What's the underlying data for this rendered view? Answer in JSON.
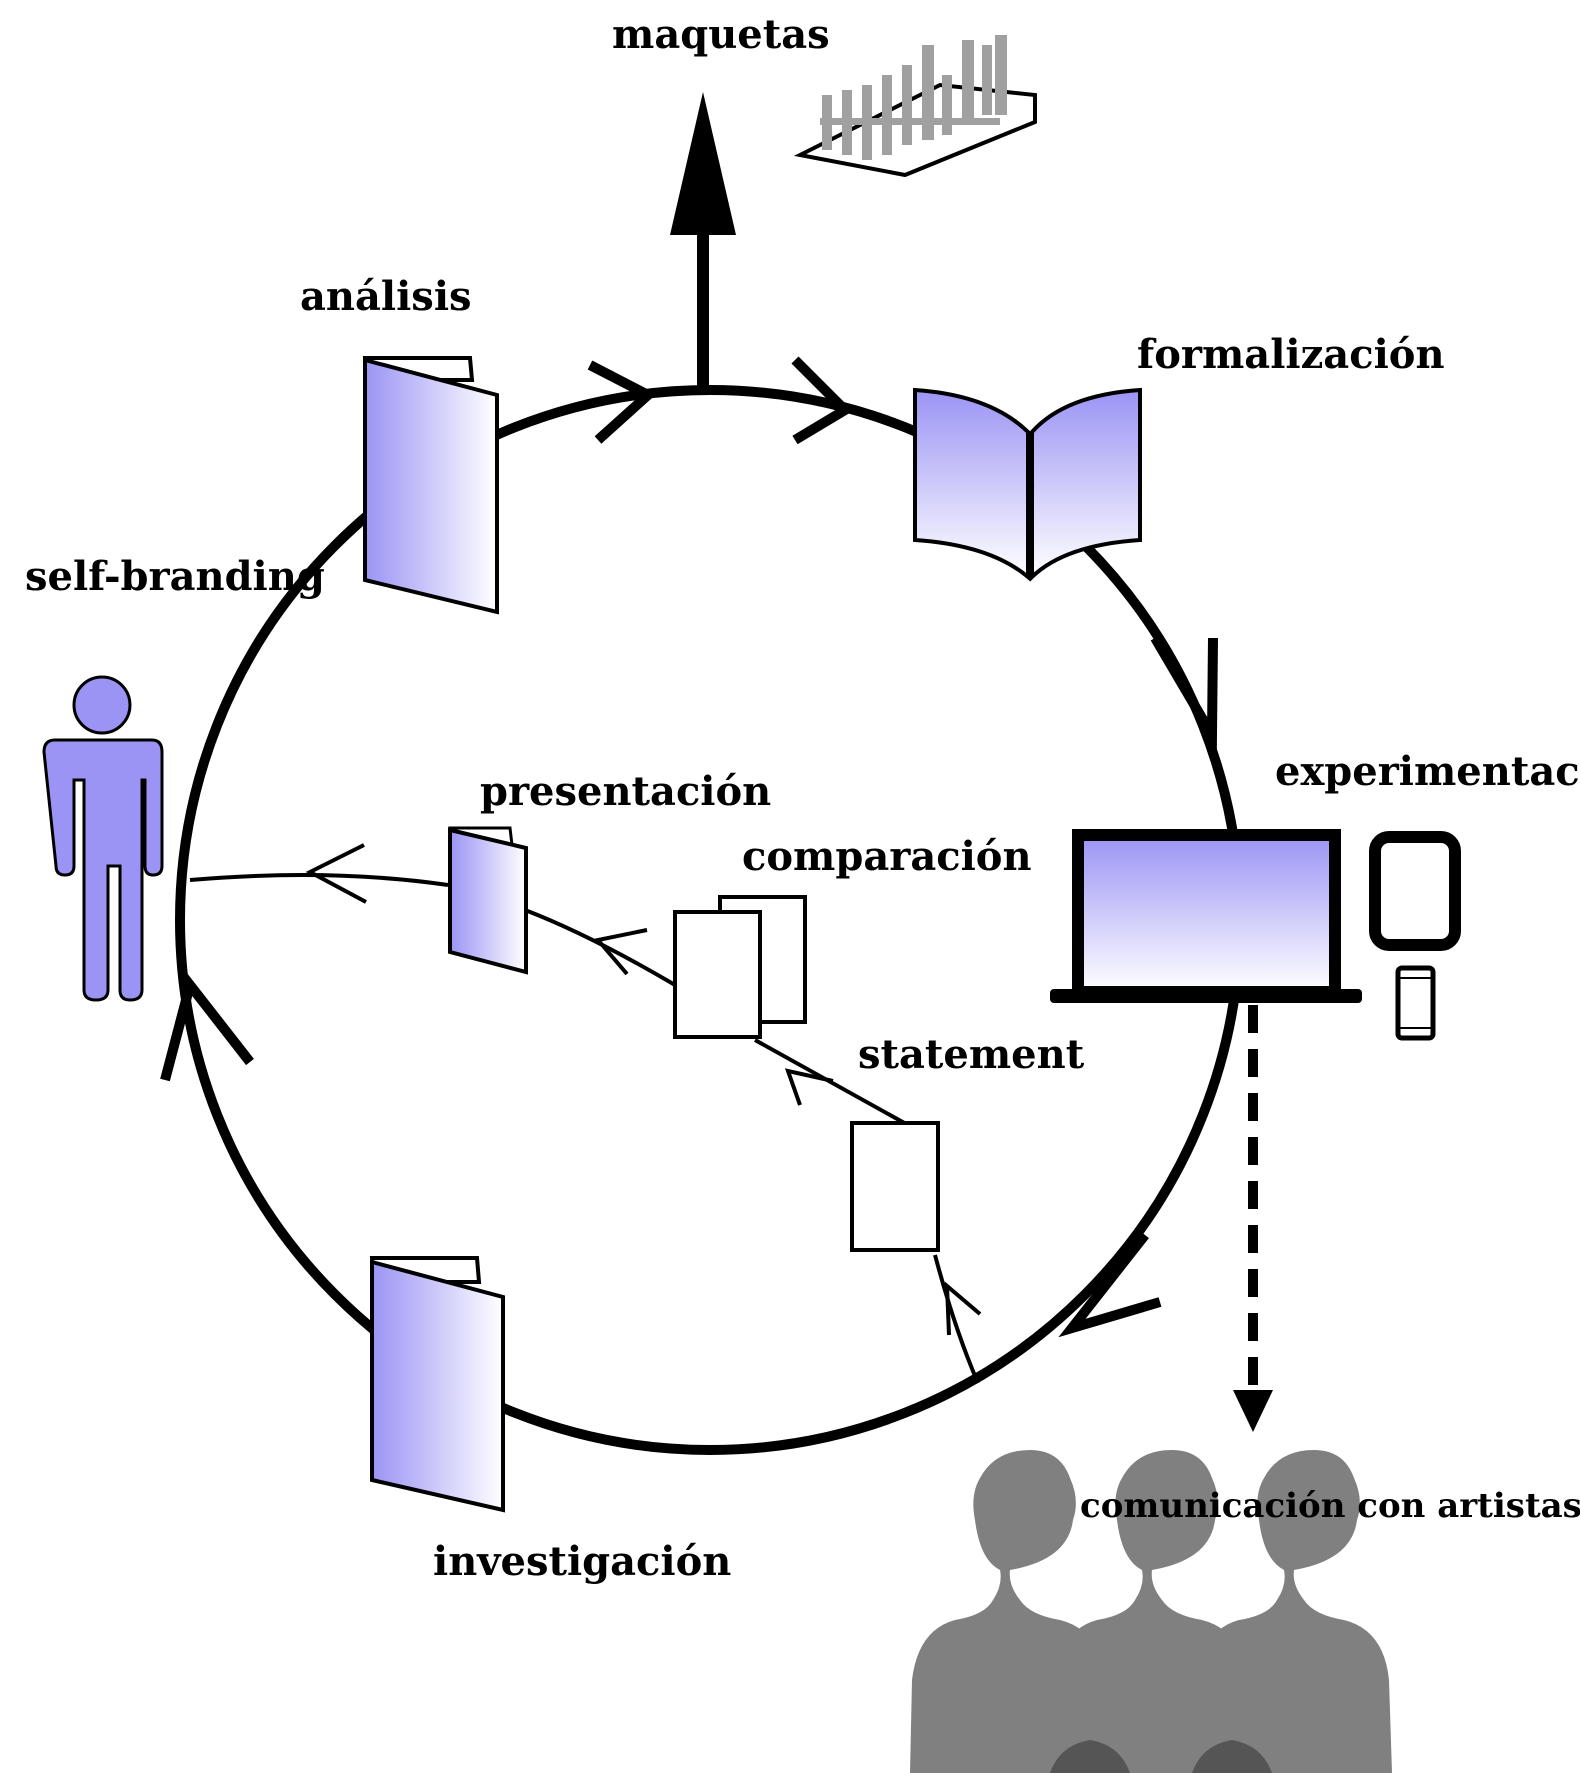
{
  "labels": {
    "maquetas": "maquetas",
    "analisis": "análisis",
    "formalizacion": "formalización",
    "self_branding": "self-branding",
    "experimentacion": "experimentación",
    "presentacion": "presentación",
    "comparacion": "comparación",
    "statement": "statement",
    "investigacion": "investigación",
    "comunicacion": "comunicación con artistas"
  },
  "colors": {
    "accent": "#9b94f5",
    "accent_light": "#ffffff",
    "stroke": "#000000",
    "silhouette": "#808080",
    "silhouette_dark": "#555555",
    "model_gray": "#a0a0a0"
  },
  "icons": {
    "booklet": "folded-booklet-icon",
    "open_book": "open-book-icon",
    "laptop": "laptop-icon",
    "tablet": "tablet-icon",
    "phone": "phone-icon",
    "person": "person-icon",
    "document": "document-icon",
    "model": "scale-model-icon",
    "people": "people-silhouettes-icon"
  }
}
